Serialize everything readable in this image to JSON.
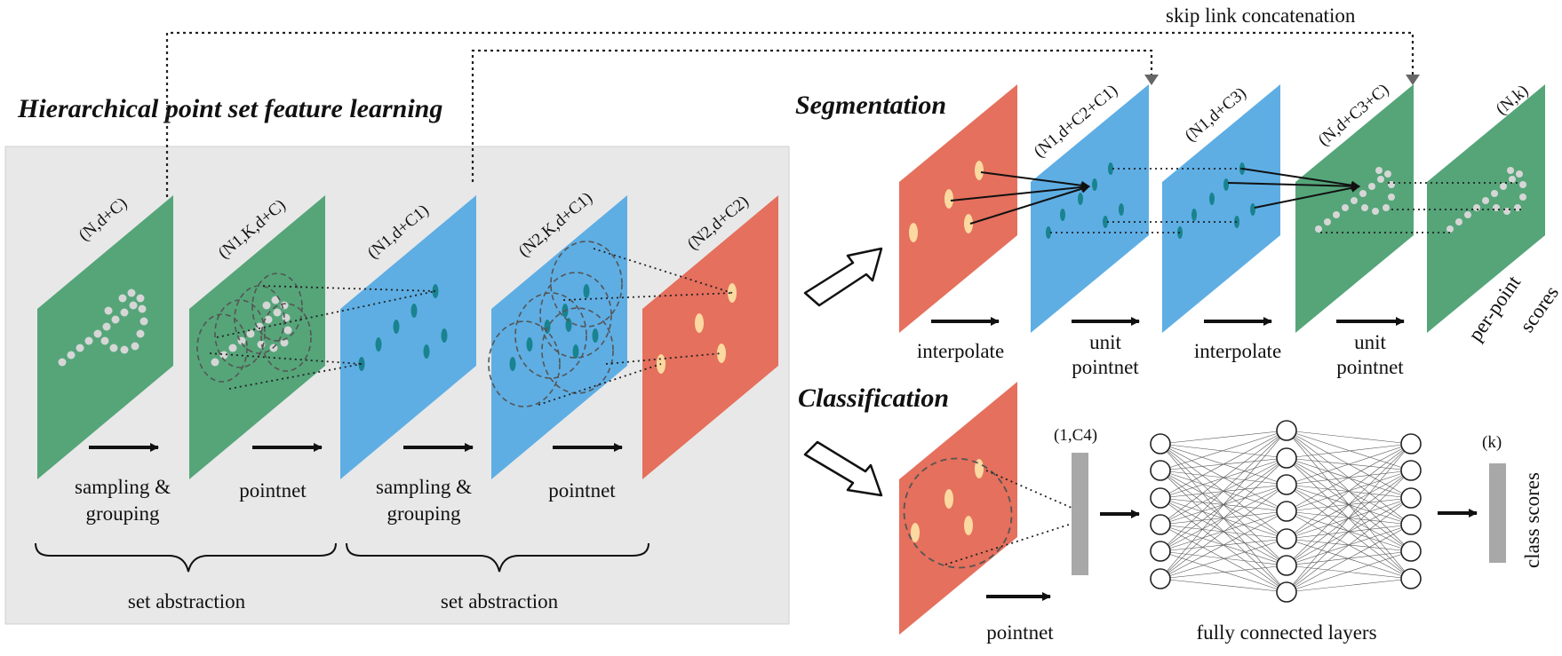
{
  "titles": {
    "hierarchical": "Hierarchical point set feature learning",
    "segmentation": "Segmentation",
    "classification": "Classification"
  },
  "skip_link": "skip link concatenation",
  "colors": {
    "green": "#55a579",
    "blue": "#5eaee4",
    "red": "#e5705d",
    "panel_bg": "#e8e8e8",
    "point_light": "#d6d6d6",
    "point_teal": "#19838f",
    "point_yellow": "#fbd9a0",
    "bar_gray": "#a8a8a8"
  },
  "encoder": {
    "dims": [
      "(N,d+C)",
      "(N1,K,d+C)",
      "(N1,d+C1)",
      "(N2,K,d+C1)",
      "(N2,d+C2)"
    ],
    "ops": [
      {
        "line1": "sampling &",
        "line2": "grouping"
      },
      {
        "line1": "pointnet",
        "line2": ""
      },
      {
        "line1": "sampling &",
        "line2": "grouping"
      },
      {
        "line1": "pointnet",
        "line2": ""
      }
    ],
    "groups": [
      "set abstraction",
      "set abstraction"
    ]
  },
  "segmentation": {
    "dims": [
      "(N1,d+C2+C1)",
      "(N1,d+C3)",
      "(N,d+C3+C)",
      "(N,k)"
    ],
    "ops": [
      {
        "line1": "interpolate",
        "line2": ""
      },
      {
        "line1": "unit",
        "line2": "pointnet"
      },
      {
        "line1": "interpolate",
        "line2": ""
      },
      {
        "line1": "unit",
        "line2": "pointnet"
      }
    ],
    "output": {
      "line1": "per-point",
      "line2": "scores"
    }
  },
  "classification": {
    "pointnet": "pointnet",
    "feature_dim": "(1,C4)",
    "fc": "fully connected layers",
    "output_dim": "(k)",
    "output": "class scores"
  }
}
